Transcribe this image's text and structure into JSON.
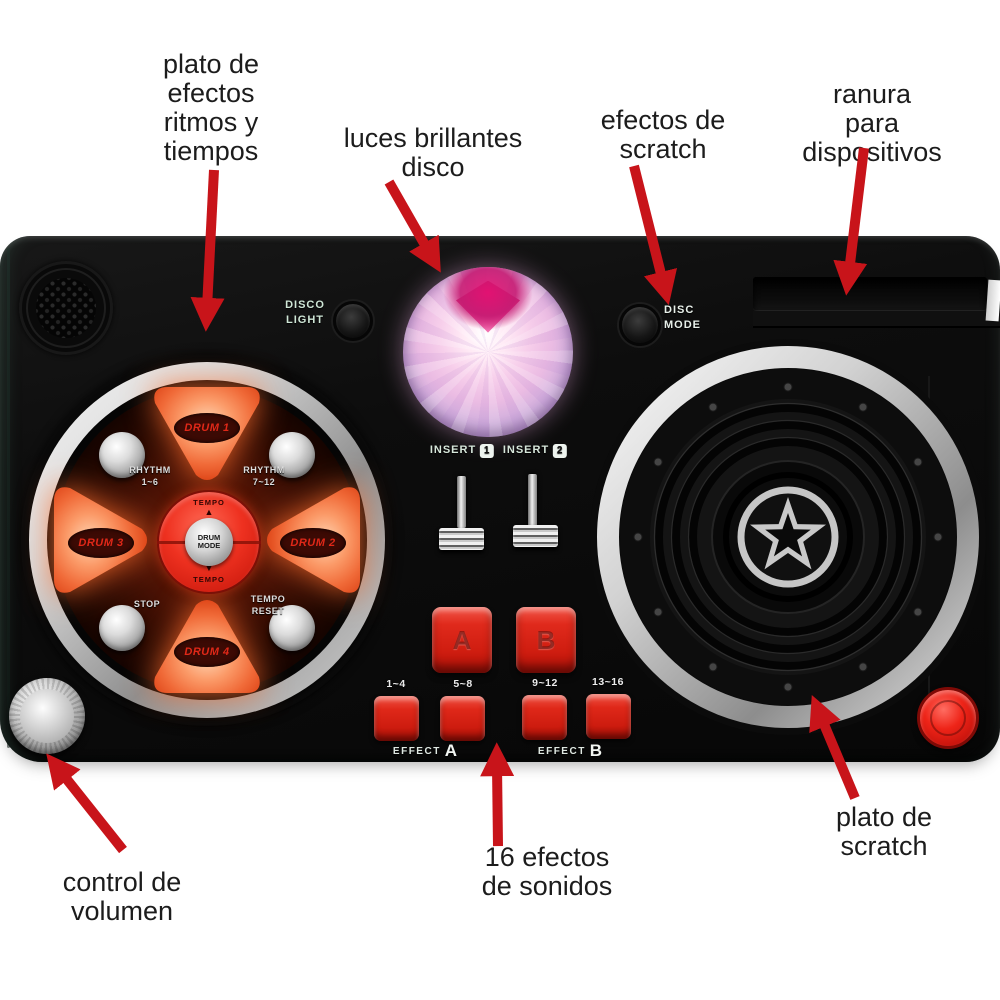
{
  "colors": {
    "background": "#ffffff",
    "device_body": "#0c0c0c",
    "arrow_red": "#c8141a",
    "button_red": "#d6261a",
    "pad_glow_orange": "#f4703c",
    "center_hub_red": "#e83222",
    "silver": "#c9c9c9",
    "device_label_mint": "#cfe6d6",
    "annotation_text": "#1c1c1c",
    "disco_ball_pink": "#f2c4e6"
  },
  "annotations": {
    "platter_fx": "plato de\nefectos\nritmos y\ntiempos",
    "disco_lights": "luces brillantes\ndisco",
    "scratch_fx": "efectos de\nscratch",
    "device_slot": "ranura para\ndispositivos",
    "volume": "control de\nvolumen",
    "sound_effects": "16 efectos\nde sonidos",
    "scratch_platter": "plato de\nscratch"
  },
  "device": {
    "disco_light_label": "DISCO\nLIGHT",
    "disc_mode_label": "DISC\nMODE",
    "drum_pads": [
      {
        "label": "DRUM 1"
      },
      {
        "label": "DRUM 2"
      },
      {
        "label": "DRUM 3"
      },
      {
        "label": "DRUM 4"
      }
    ],
    "rhythm_left": "RHYTHM\n1~6",
    "rhythm_right": "RHYTHM\n7~12",
    "stop": "STOP",
    "tempo_reset": "TEMPO\nRESET",
    "tempo_up": "TEMPO",
    "tempo_up_icon": "▲",
    "tempo_down_icon": "▼",
    "tempo_down": "TEMPO",
    "drum_mode": "DRUM\nMODE",
    "inserts": [
      {
        "label": "INSERT",
        "num": "1"
      },
      {
        "label": "INSERT",
        "num": "2"
      }
    ],
    "pad_a": "A",
    "pad_b": "B",
    "effect_banks": [
      {
        "range": "1~4"
      },
      {
        "range": "5~8"
      },
      {
        "range": "9~12"
      },
      {
        "range": "13~16"
      }
    ],
    "effect_groups": [
      {
        "word": "EFFECT",
        "letter": "A"
      },
      {
        "word": "EFFECT",
        "letter": "B"
      }
    ]
  }
}
